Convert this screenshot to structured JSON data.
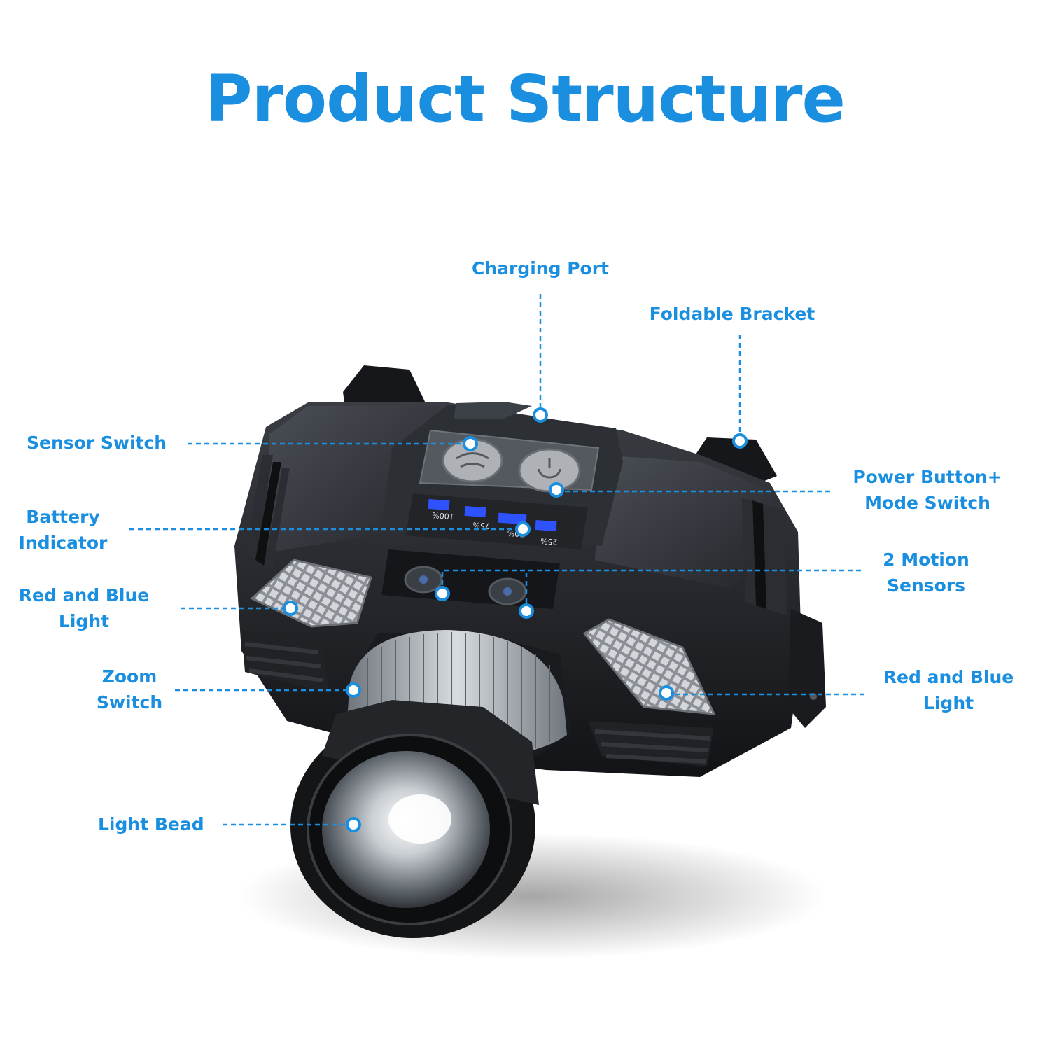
{
  "title": "Product Structure",
  "colors": {
    "accent": "#1a8fe0",
    "body": "#1c1e22",
    "lens": "#e8ecef",
    "indicator": "#2f52ff"
  },
  "labels": {
    "charging_port": "Charging Port",
    "foldable_bracket": "Foldable Bracket",
    "sensor_switch": "Sensor Switch",
    "power_button_line1": "Power Button+",
    "power_button_line2": "Mode Switch",
    "battery_line1": "Battery",
    "battery_line2": "Indicator",
    "motion_line1": "2 Motion",
    "motion_line2": "Sensors",
    "red_blue_left_line1": "Red and Blue",
    "red_blue_left_line2": "Light",
    "red_blue_right_line1": "Red and Blue",
    "red_blue_right_line2": "Light",
    "zoom_line1": "Zoom",
    "zoom_line2": "Switch",
    "light_bead": "Light Bead"
  },
  "battery_levels": [
    "100%",
    "75%",
    "50%",
    "25%"
  ]
}
